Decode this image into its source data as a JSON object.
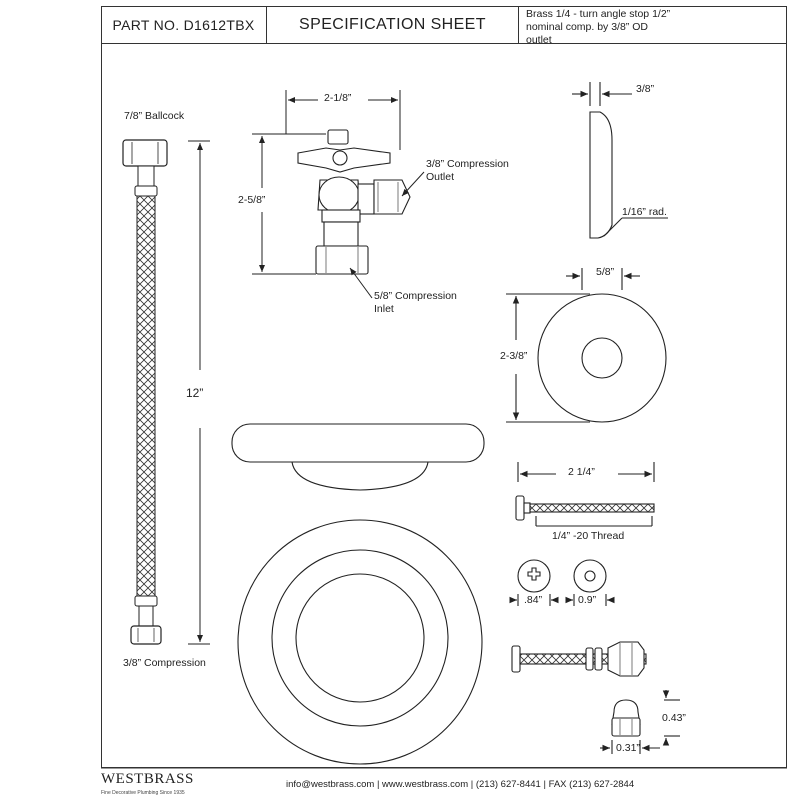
{
  "header": {
    "part_no": "PART NO.  D1612TBX",
    "title": "SPECIFICATION SHEET",
    "description": [
      "Brass 1/4 - turn angle stop 1/2”",
      "nominal comp. by 3/8” OD",
      "outlet"
    ]
  },
  "supply_line": {
    "top_label": "7/8” Ballcock",
    "length_label": "12”",
    "bottom_label": "3/8” Compression"
  },
  "angle_stop": {
    "width_label": "2-1/8”",
    "height_label": "2-5/8”",
    "outlet_label": [
      "3/8” Compression",
      "Outlet"
    ],
    "inlet_label": [
      "5/8” Compression",
      "Inlet"
    ]
  },
  "flange_side": {
    "thickness_label": "3/8”",
    "radius_label": "1/16” rad."
  },
  "flange_front": {
    "hole_label": "5/8”",
    "diameter_label": "2-3/8”"
  },
  "bolt": {
    "length_label": "2 1/4”",
    "thread_label": "1/4” -20 Thread"
  },
  "washers": {
    "left_label": ".84”",
    "right_label": "0.9”"
  },
  "cap_nut": {
    "height_label": "0.43”",
    "width_label": "0.31”"
  },
  "footer": {
    "brand": "WESTBRASS",
    "tagline": "Fine Decorative Plumbing Since 1935",
    "contact": "info@westbrass.com  |  www.westbrass.com   |   (213) 627-8441   |   FAX (213) 627-2844"
  }
}
